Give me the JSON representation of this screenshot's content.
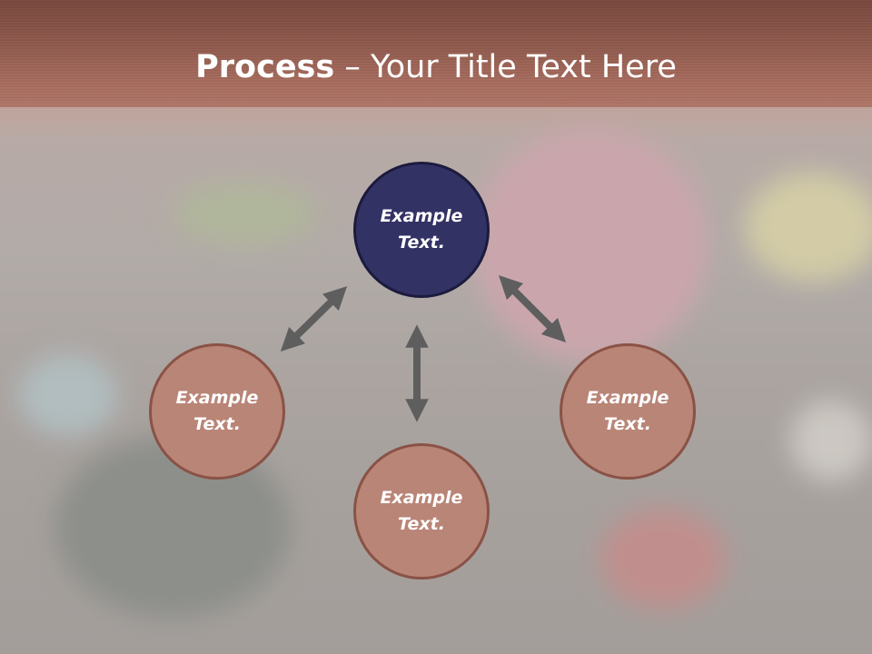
{
  "slide": {
    "title_bold": "Process",
    "title_rest": " – Your Title Text Here"
  },
  "nodes": {
    "top": "Example Text.",
    "left": "Example Text.",
    "bottom": "Example Text.",
    "right": "Example Text."
  },
  "colors": {
    "hub_fill": "#333265",
    "satellite_fill": "#b98577",
    "arrow": "#5e5e5e",
    "title_band": "#a8705f"
  }
}
